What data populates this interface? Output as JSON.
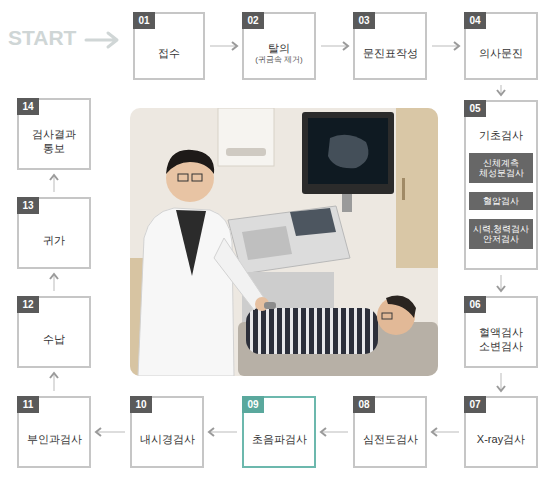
{
  "diagram": {
    "nodes": [
      {
        "text": [
          "01",
          "접수"
        ]
      },
      {
        "text": [
          "02",
          "탈의",
          "(귀금속 제거)"
        ]
      },
      {
        "text": [
          "03",
          "문진표작성"
        ]
      },
      {
        "text": [
          "04",
          "의사문진"
        ]
      },
      {
        "text": [
          "05",
          "기초검사"
        ]
      },
      {
        "text": [
          "신체계측 체성분검사"
        ],
        "in": 4
      },
      {
        "text": [
          "혈압검사"
        ],
        "in": 4
      },
      {
        "text": [
          "시력,청력검사 안저검사"
        ],
        "in": 4
      },
      {
        "text": [
          "06",
          "혈액검사 소변검사"
        ]
      },
      {
        "text": [
          "07",
          "X-ray검사"
        ]
      },
      {
        "text": [
          "08",
          "심전도검사"
        ]
      },
      {
        "text": [
          "09",
          "초음파검사"
        ]
      },
      {
        "text": [
          "10",
          "내시경검사"
        ]
      },
      {
        "text": [
          "11",
          "부인과검사"
        ]
      },
      {
        "text": [
          "12",
          "수납"
        ]
      },
      {
        "text": [
          "13",
          "귀가"
        ]
      },
      {
        "text": [
          "14",
          "검사결과 통보"
        ]
      }
    ],
    "edges": [
      {
        "from": 0,
        "to": 1,
        "arrow": "to"
      },
      {
        "from": 1,
        "to": 2,
        "arrow": "to"
      },
      {
        "from": 2,
        "to": 3,
        "arrow": "to"
      },
      {
        "from": 3,
        "to": 4,
        "arrow": "to"
      },
      {
        "from": 4,
        "to": 8,
        "arrow": "to"
      },
      {
        "from": 8,
        "to": 9,
        "arrow": "to"
      },
      {
        "from": 9,
        "to": 10,
        "arrow": "to"
      },
      {
        "from": 10,
        "to": 11,
        "arrow": "to"
      },
      {
        "from": 11,
        "to": 12,
        "arrow": "to"
      },
      {
        "from": 12,
        "to": 13,
        "arrow": "to"
      },
      {
        "from": 13,
        "to": 14,
        "arrow": "to"
      },
      {
        "from": 14,
        "to": 15,
        "arrow": "to"
      },
      {
        "from": 15,
        "to": 16,
        "arrow": "to"
      }
    ],
    "labels": [
      "START"
    ]
  }
}
